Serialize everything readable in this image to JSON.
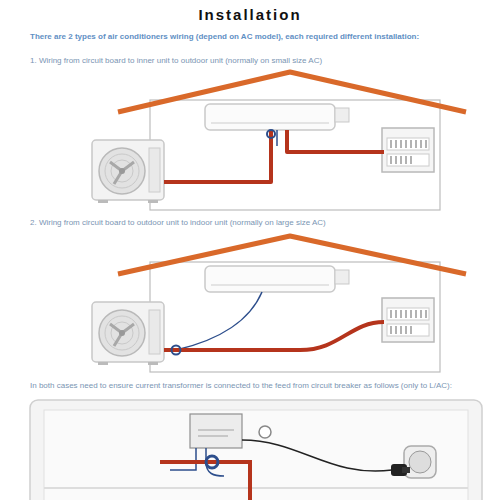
{
  "diagram": {
    "title": "Installation",
    "labels": [
      "There are 2 types of air conditioners wiring (depend on AC model), each required different installation:",
      "1. Wiring from circuit board to inner unit to outdoor unit (normally on small size AC)",
      "2. Wiring from circuit board to outdoor unit to indoor unit (normally on large size AC)",
      "In both cases need to ensure current transformer is connected to the feed from circuit breaker as follows (only to L/AC):"
    ]
  }
}
